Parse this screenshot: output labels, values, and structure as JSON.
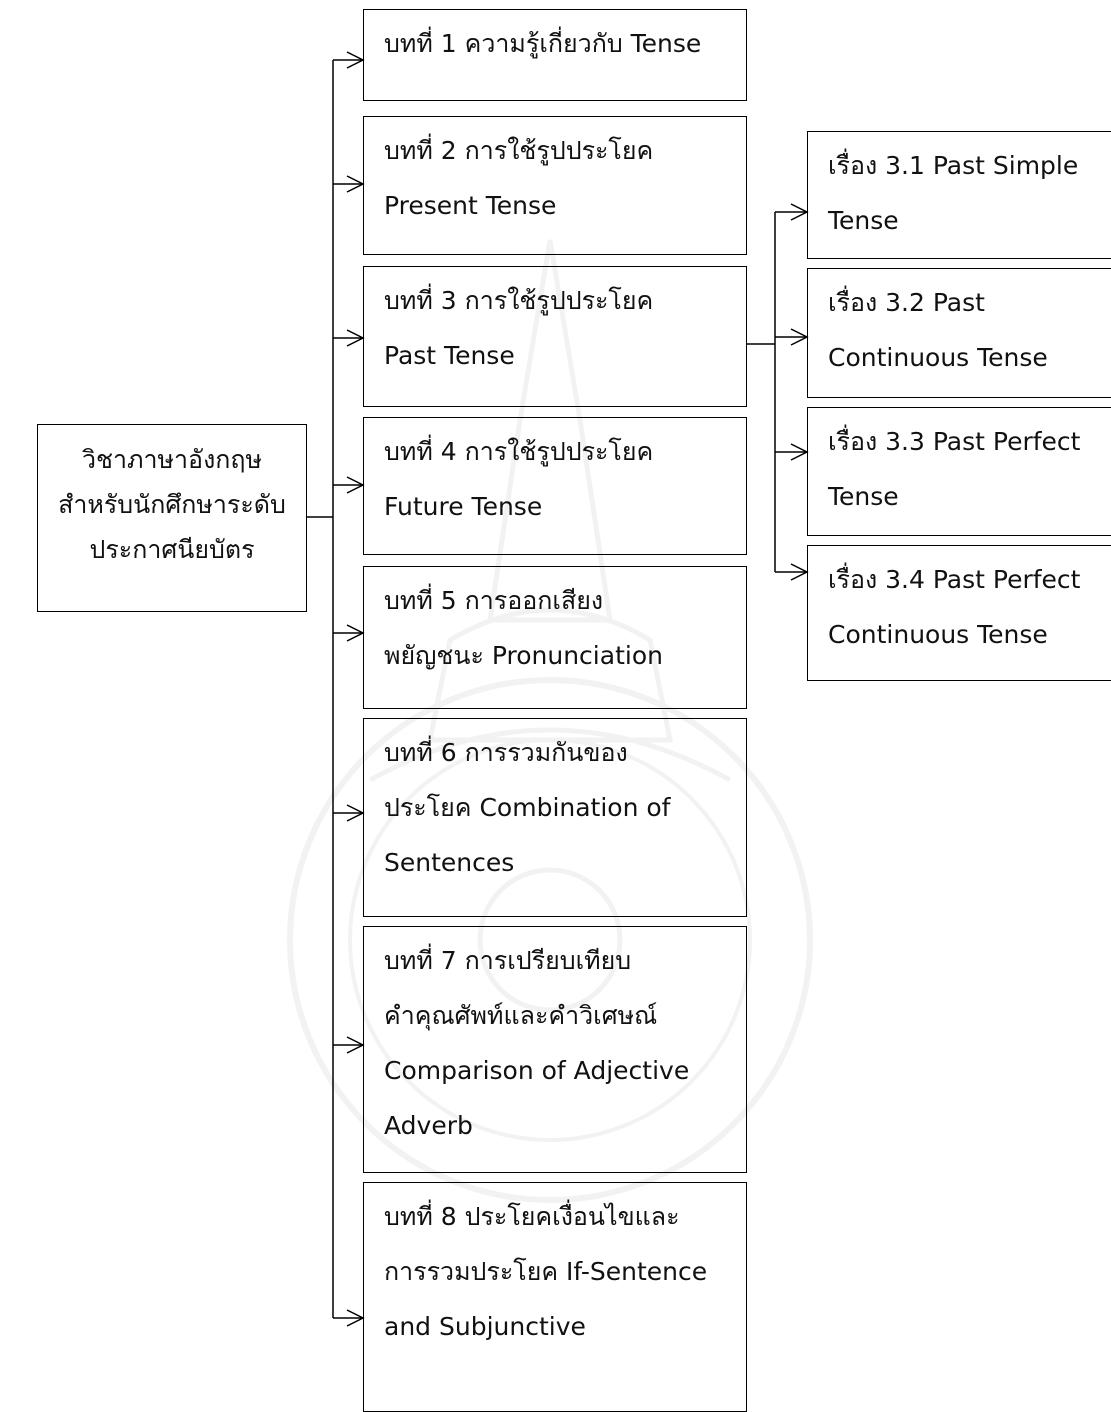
{
  "root": {
    "lines": [
      "วิชาภาษาอังกฤษ",
      "สำหรับนักศึกษาระดับ",
      "ประกาศนียบัตร"
    ]
  },
  "chapters": [
    {
      "lines": [
        "บทที่ 1 ความรู้เกี่ยวกับ Tense"
      ]
    },
    {
      "lines": [
        "บทที่ 2 การใช้รูปประโยค",
        "Present Tense"
      ]
    },
    {
      "lines": [
        "บทที่ 3 การใช้รูปประโยค",
        "Past Tense"
      ]
    },
    {
      "lines": [
        "บทที่ 4 การใช้รูปประโยค",
        "Future Tense"
      ]
    },
    {
      "lines": [
        "บทที่ 5 การออกเสียง",
        "พยัญชนะ Pronunciation"
      ]
    },
    {
      "lines": [
        "บทที่ 6 การรวมกันของ",
        "ประโยค Combination of",
        "Sentences"
      ]
    },
    {
      "lines": [
        "บทที่ 7 การเปรียบเทียบ",
        "คำคุณศัพท์และคำวิเศษณ์",
        "Comparison of Adjective",
        "Adverb"
      ]
    },
    {
      "lines": [
        "บทที่ 8 ประโยคเงื่อนไขและ",
        "การรวมประโยค If-Sentence",
        "and Subjunctive"
      ]
    }
  ],
  "topics": [
    {
      "lines": [
        "เรื่อง 3.1 Past Simple",
        "Tense"
      ]
    },
    {
      "lines": [
        "เรื่อง 3.2 Past",
        "Continuous Tense"
      ]
    },
    {
      "lines": [
        "เรื่อง 3.3 Past Perfect",
        "Tense"
      ]
    },
    {
      "lines": [
        "เรื่อง 3.4 Past Perfect",
        "Continuous Tense"
      ]
    }
  ],
  "colors": {
    "line": "#000000",
    "watermark": "#888888"
  }
}
